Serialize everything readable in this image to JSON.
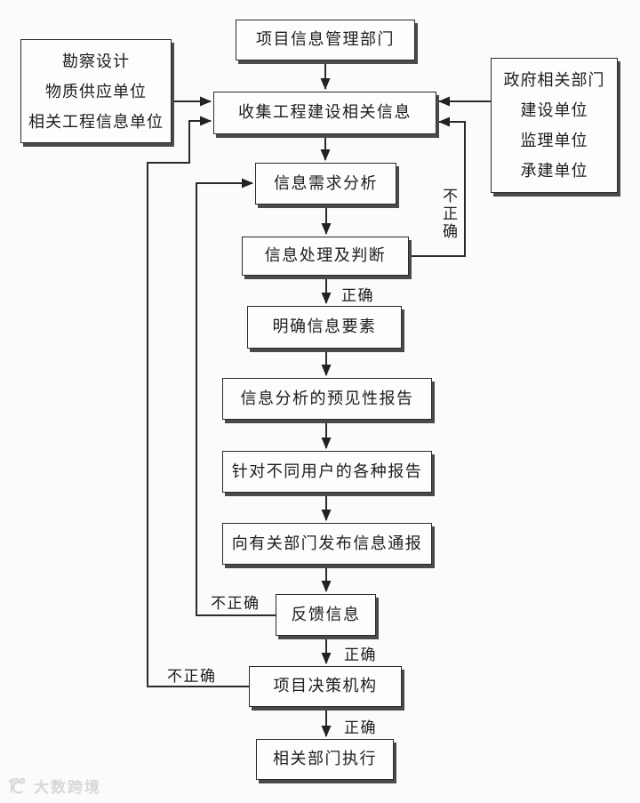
{
  "diagram": {
    "nodes": {
      "project_info_dept": {
        "label": "项目信息管理部门"
      },
      "left_sources": {
        "lines": [
          "勘察设计",
          "物质供应单位",
          "相关工程信息单位"
        ]
      },
      "right_sources": {
        "lines": [
          "政府相关部门",
          "建设单位",
          "监理单位",
          "承建单位"
        ]
      },
      "collect_info": {
        "label": "收集工程建设相关信息"
      },
      "demand_analysis": {
        "label": "信息需求分析"
      },
      "process_judge": {
        "label": "信息处理及判断"
      },
      "clarify_elements": {
        "label": "明确信息要素"
      },
      "foresight_report": {
        "label": "信息分析的预见性报告"
      },
      "user_reports": {
        "label": "针对不同用户的各种报告"
      },
      "issue_notice": {
        "label": "向有关部门发布信息通报"
      },
      "feedback_info": {
        "label": "反馈信息"
      },
      "decision_body": {
        "label": "项目决策机构"
      },
      "dept_execute": {
        "label": "相关部门执行"
      }
    },
    "edge_labels": {
      "process_correct": "正确",
      "process_incorrect": "不正确",
      "feedback_correct": "正确",
      "feedback_incorrect": "不正确",
      "decision_correct": "正确",
      "decision_incorrect": "不正确"
    },
    "colors": {
      "line": "#2b2b2b",
      "box_border": "#2b2b2b",
      "box_fill": "#fdfdfd",
      "box_shadow": "#4a4a4a",
      "canvas_background": "#fbfbfb",
      "watermark": "#d8d8d8"
    }
  },
  "watermark": {
    "text": "大数跨境"
  }
}
